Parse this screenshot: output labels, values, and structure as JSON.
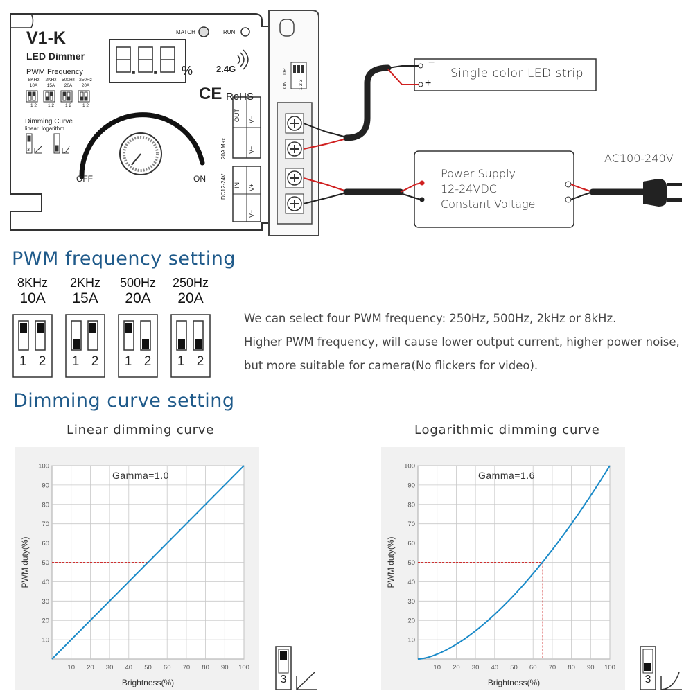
{
  "device": {
    "model": "V1-K",
    "subtitle": "LED Dimmer",
    "match_label": "MATCH",
    "run_label": "RUN",
    "percent_symbol": "%",
    "wireless": "2.4G",
    "rohs": "RoHS",
    "pwm_small_title": "PWM Frequency",
    "pwm_small_freqs": [
      "8KHz",
      "2KHz",
      "500Hz",
      "250Hz"
    ],
    "pwm_small_amps": [
      "10A",
      "15A",
      "20A",
      "20A"
    ],
    "pwm_small_nums": "1 2",
    "curve_small_title": "Dimming Curve",
    "curve_small_opts": "linear  logarithm",
    "curve_small_num": "3",
    "off_label": "OFF",
    "on_label": "ON",
    "out_label": "OUT",
    "in_label": "IN",
    "vminus": "V−",
    "vplus": "V+",
    "rating_a": "DC12-24V",
    "rating_b": "20A Max.",
    "dip_on": "ON",
    "dip_dp": "DP",
    "dip_nums": "1 2 3"
  },
  "wiring": {
    "led_strip_label": "Single color LED strip",
    "minus": "−",
    "plus": "+",
    "psu_line1": "Power Supply",
    "psu_line2": "12-24VDC",
    "psu_line3": "Constant Voltage",
    "ac_label": "AC100-240V"
  },
  "pwm_section": {
    "title": "PWM frequency setting",
    "options": [
      {
        "freq": "8KHz",
        "amp": "10A",
        "sw1": "up",
        "sw2": "up"
      },
      {
        "freq": "2KHz",
        "amp": "15A",
        "sw1": "down",
        "sw2": "up"
      },
      {
        "freq": "500Hz",
        "amp": "20A",
        "sw1": "up",
        "sw2": "down"
      },
      {
        "freq": "250Hz",
        "amp": "20A",
        "sw1": "down",
        "sw2": "down"
      }
    ],
    "switch_nums": [
      "1",
      "2"
    ],
    "description": [
      "We can select four PWM frequency: 250Hz, 500Hz, 2kHz or 8kHz.",
      "Higher PWM frequency, will cause lower output current, higher power noise,",
      "but more suitable for camera(No flickers for video)."
    ]
  },
  "curve_section": {
    "title": "Dimming curve setting",
    "switch_num": "3",
    "colors": {
      "curve": "#1a8ac8",
      "guide": "#d03030",
      "grid": "#c8c8c8",
      "panel": "#f1f1f1"
    }
  },
  "chart_data": [
    {
      "type": "line",
      "title": "Linear dimming curve",
      "annotation": "Gamma=1.0",
      "xlabel": "Brightness(%)",
      "ylabel": "PWM duty(%)",
      "xlim": [
        0,
        100
      ],
      "ylim": [
        0,
        100
      ],
      "xticks": [
        10,
        20,
        30,
        40,
        50,
        60,
        70,
        80,
        90,
        100
      ],
      "yticks": [
        10,
        20,
        30,
        40,
        50,
        60,
        70,
        80,
        90,
        100
      ],
      "grid": true,
      "gamma": 1.0,
      "x": [
        0,
        10,
        20,
        30,
        40,
        50,
        60,
        70,
        80,
        90,
        100
      ],
      "y": [
        0,
        10,
        20,
        30,
        40,
        50,
        60,
        70,
        80,
        90,
        100
      ],
      "guide_point": [
        50,
        50
      ],
      "switch_position": "up"
    },
    {
      "type": "line",
      "title": "Logarithmic dimming curve",
      "annotation": "Gamma=1.6",
      "xlabel": "Brightness(%)",
      "ylabel": "PWM duty(%)",
      "xlim": [
        0,
        100
      ],
      "ylim": [
        0,
        100
      ],
      "xticks": [
        10,
        20,
        30,
        40,
        50,
        60,
        70,
        80,
        90,
        100
      ],
      "yticks": [
        10,
        20,
        30,
        40,
        50,
        60,
        70,
        80,
        90,
        100
      ],
      "grid": true,
      "gamma": 1.6,
      "x": [
        0,
        10,
        20,
        30,
        40,
        50,
        60,
        65,
        70,
        80,
        90,
        100
      ],
      "y": [
        0,
        2.5,
        7.6,
        14.5,
        23.1,
        33,
        44.2,
        50,
        56.5,
        70,
        84.5,
        100
      ],
      "guide_point": [
        65,
        50
      ],
      "switch_position": "down"
    }
  ]
}
